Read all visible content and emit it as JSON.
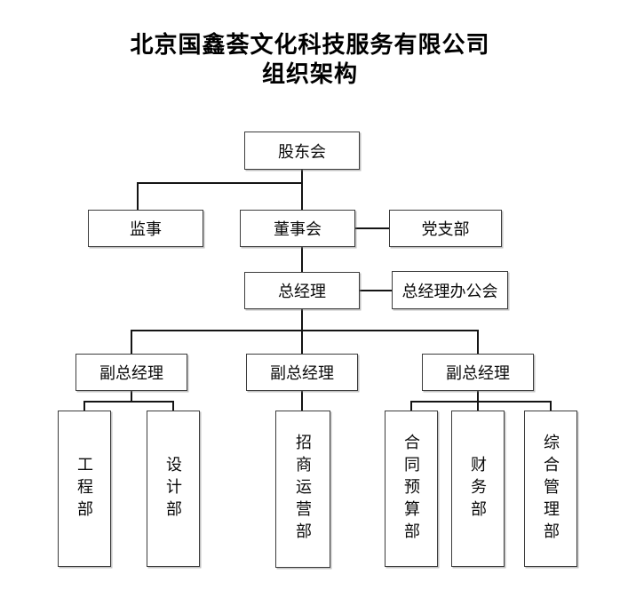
{
  "diagram_type": "org-chart",
  "title": {
    "line1": "北京国鑫荟文化科技服务有限公司",
    "line2": "组织架构"
  },
  "colors": {
    "background": "#ffffff",
    "box_fill": "#ffffff",
    "box_border": "#3c3c3c",
    "connector": "#141414",
    "text": "#000000"
  },
  "nodes": {
    "shareholders_meeting": {
      "label": "股东会"
    },
    "supervisor": {
      "label": "监事"
    },
    "board_of_directors": {
      "label": "董事会"
    },
    "party_branch": {
      "label": "党支部"
    },
    "general_manager": {
      "label": "总经理"
    },
    "gm_office_meeting": {
      "label": "总经理办公会"
    },
    "deputy_gm_left": {
      "label": "副总经理"
    },
    "deputy_gm_middle": {
      "label": "副总经理"
    },
    "deputy_gm_right": {
      "label": "副总经理"
    },
    "engineering_dept": {
      "label": "工程部"
    },
    "design_dept": {
      "label": "设计部"
    },
    "investment_operations_dept": {
      "label": "招商运营部"
    },
    "contract_budget_dept": {
      "label": "合同预算部"
    },
    "finance_dept": {
      "label": "财务部"
    },
    "general_management_dept": {
      "label": "综合管理部"
    }
  },
  "hierarchy": {
    "root": "shareholders_meeting",
    "edges": [
      {
        "from": "shareholders_meeting",
        "to": "supervisor"
      },
      {
        "from": "shareholders_meeting",
        "to": "board_of_directors"
      },
      {
        "from": "board_of_directors",
        "to": "party_branch",
        "type": "lateral"
      },
      {
        "from": "board_of_directors",
        "to": "general_manager"
      },
      {
        "from": "general_manager",
        "to": "gm_office_meeting",
        "type": "lateral"
      },
      {
        "from": "general_manager",
        "to": "deputy_gm_left"
      },
      {
        "from": "general_manager",
        "to": "deputy_gm_middle"
      },
      {
        "from": "general_manager",
        "to": "deputy_gm_right"
      },
      {
        "from": "deputy_gm_left",
        "to": "engineering_dept"
      },
      {
        "from": "deputy_gm_left",
        "to": "design_dept"
      },
      {
        "from": "deputy_gm_middle",
        "to": "investment_operations_dept"
      },
      {
        "from": "deputy_gm_right",
        "to": "contract_budget_dept"
      },
      {
        "from": "deputy_gm_right",
        "to": "finance_dept"
      },
      {
        "from": "deputy_gm_right",
        "to": "general_management_dept"
      }
    ]
  }
}
